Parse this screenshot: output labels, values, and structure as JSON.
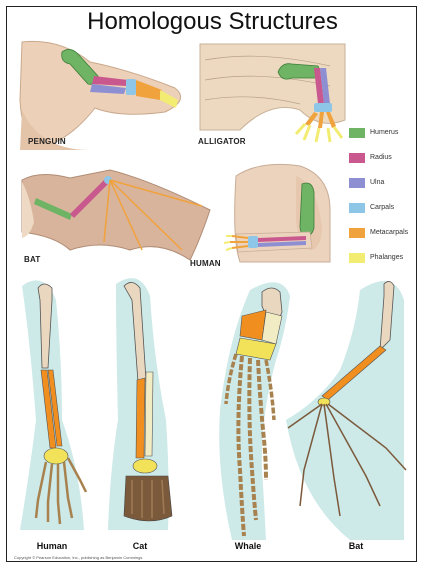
{
  "title": "Homologous Structures",
  "panels": {
    "penguin": "PENGUIN",
    "alligator": "ALLIGATOR",
    "bat": "BAT",
    "human": "HUMAN"
  },
  "legend": [
    {
      "label": "Humerus",
      "color": "#6fb365"
    },
    {
      "label": "Radius",
      "color": "#c9588f"
    },
    {
      "label": "Ulna",
      "color": "#8e8ed2"
    },
    {
      "label": "Carpals",
      "color": "#8dc6e6"
    },
    {
      "label": "Metacarpals",
      "color": "#f0a23c"
    },
    {
      "label": "Phalanges",
      "color": "#f3ec72"
    }
  ],
  "skeletons": {
    "human": "Human",
    "cat": "Cat",
    "whale": "Whale",
    "bat": "Bat"
  },
  "copyright": "Copyright © Pearson Education, Inc., publishing as Benjamin Cummings"
}
